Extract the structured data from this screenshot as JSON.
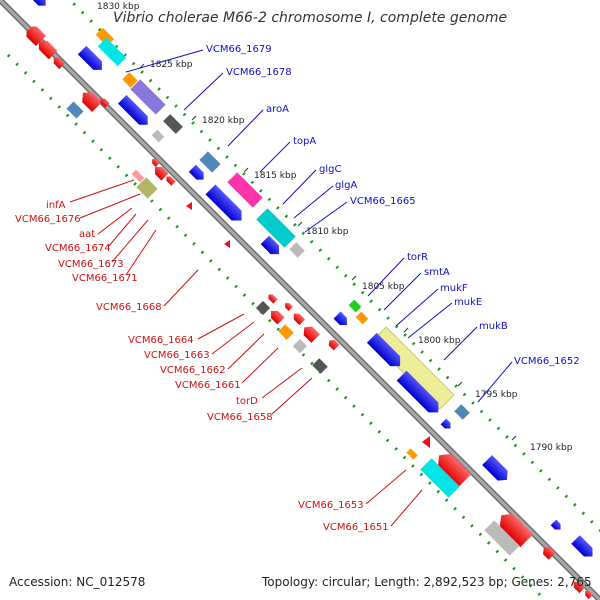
{
  "title": "Vibrio cholerae M66-2 chromosome I, complete genome",
  "footer": {
    "accession": "Accession: NC_012578",
    "summary": "Topology: circular; Length: 2,892,523 bp; Genes: 2,765"
  },
  "ticks": [
    "1830 kbp",
    "1825 kbp",
    "1820 kbp",
    "1815 kbp",
    "1810 kbp",
    "1805 kbp",
    "1800 kbp",
    "1795 kbp",
    "1790 kbp"
  ],
  "labels_upper": [
    "VCM66_1679",
    "VCM66_1678",
    "aroA",
    "topA",
    "glgC",
    "glgA",
    "VCM66_1665",
    "torR",
    "smtA",
    "mukF",
    "mukE",
    "mukB",
    "VCM66_1652"
  ],
  "labels_lower": [
    "infA",
    "VCM66_1676",
    "aat",
    "VCM66_1674",
    "VCM66_1673",
    "VCM66_1671",
    "VCM66_1668",
    "VCM66_1664",
    "VCM66_1663",
    "VCM66_1662",
    "VCM66_1661",
    "torD",
    "VCM66_1658",
    "VCM66_1653",
    "VCM66_1651"
  ],
  "colors": {
    "backbone": "#8a8a8a",
    "gene_forward": "#0a0ae0",
    "gene_reverse": "#ee1111",
    "label_upper": "#1010c8",
    "label_lower": "#d01010",
    "orange": "#ff9900",
    "cyan": "#00e5e5",
    "magenta": "#ff33aa",
    "steel_blue": "#4f88b8",
    "khaki": "#eeee99",
    "olive": "#b5b56a",
    "lavender": "#8878dd",
    "green": "#22cc22",
    "dark_gray": "#555555",
    "light_gray": "#bbbbbb",
    "dotted_track": "#119911"
  }
}
